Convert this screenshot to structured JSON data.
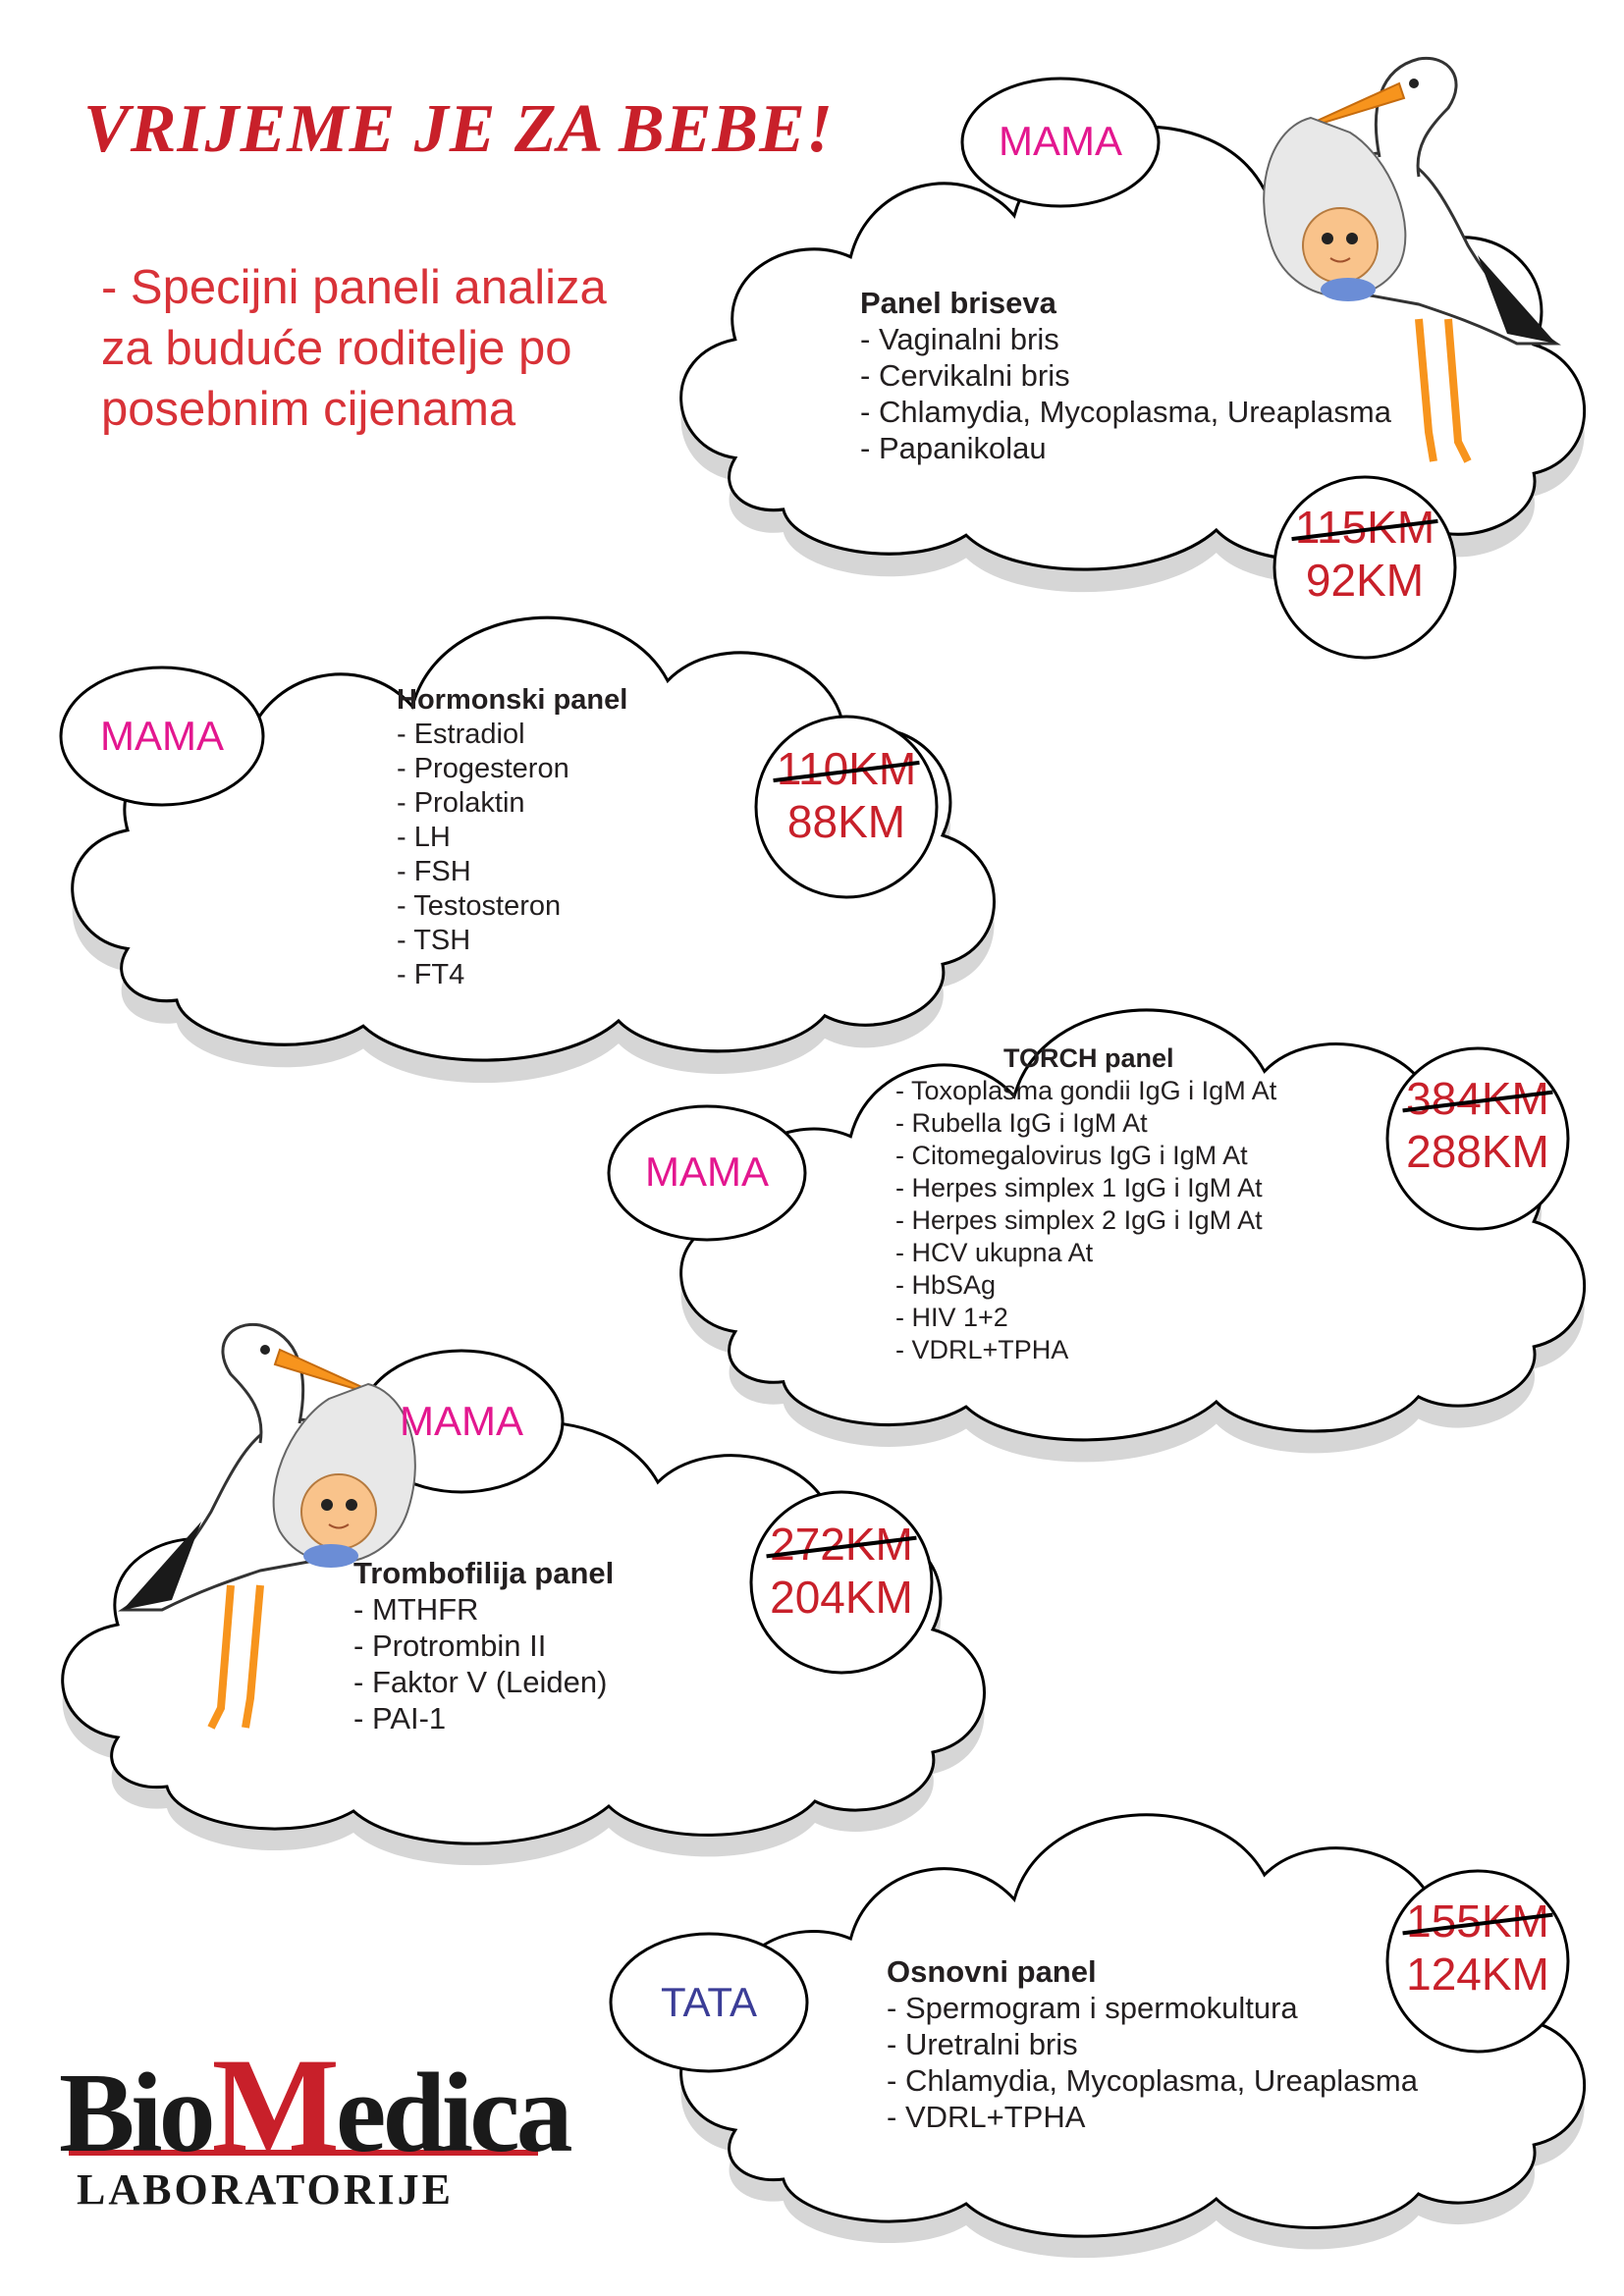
{
  "heading": {
    "title": "VRIJEME JE ZA BEBE!",
    "subtitle_line1": "- Specijni paneli analiza",
    "subtitle_line2": "za buduće roditelje po",
    "subtitle_line3": "posebnim cijenama"
  },
  "colors": {
    "title_red": "#c8202a",
    "mama_pink": "#e3178f",
    "tata_blue": "#3b3d97",
    "price_red": "#c8202a",
    "cloud_shadow": "#d8d8d8"
  },
  "panels": [
    {
      "tag": "MAMA",
      "title": "Panel briseva",
      "items": [
        "Vaginalni bris",
        "Cervikalni bris",
        "Chlamydia, Mycoplasma, Ureaplasma",
        "Papanikolau"
      ],
      "old_price": "115KM",
      "new_price": "92KM"
    },
    {
      "tag": "MAMA",
      "title": "Hormonski panel",
      "items": [
        "Estradiol",
        "Progesteron",
        "Prolaktin",
        "LH",
        "FSH",
        "Testosteron",
        "TSH",
        "FT4"
      ],
      "old_price": "110KM",
      "new_price": "88KM"
    },
    {
      "tag": "MAMA",
      "title": "TORCH panel",
      "items": [
        "Toxoplasma gondii IgG i IgM At",
        "Rubella IgG i IgM At",
        "Citomegalovirus IgG i IgM At",
        "Herpes simplex 1 IgG i IgM At",
        "Herpes simplex 2 IgG i IgM At",
        "HCV ukupna At",
        "HbSAg",
        "HIV 1+2",
        "VDRL+TPHA"
      ],
      "old_price": "384KM",
      "new_price": "288KM"
    },
    {
      "tag": "MAMA",
      "title": "Trombofilija panel",
      "items": [
        "MTHFR",
        "Protrombin II",
        "Faktor V (Leiden)",
        "PAI-1"
      ],
      "old_price": "272KM",
      "new_price": "204KM"
    },
    {
      "tag": "TATA",
      "title": "Osnovni panel",
      "items": [
        "Spermogram i spermokultura",
        "Uretralni bris",
        "Chlamydia, Mycoplasma, Ureaplasma",
        "VDRL+TPHA"
      ],
      "old_price": "155KM",
      "new_price": "124KM"
    }
  ],
  "logo": {
    "bio": "Bio",
    "m": "M",
    "edica": "edica",
    "sub": "LABORATORIJE"
  },
  "icons": [
    "stork-with-baby-icon",
    "stork-with-baby-icon"
  ]
}
